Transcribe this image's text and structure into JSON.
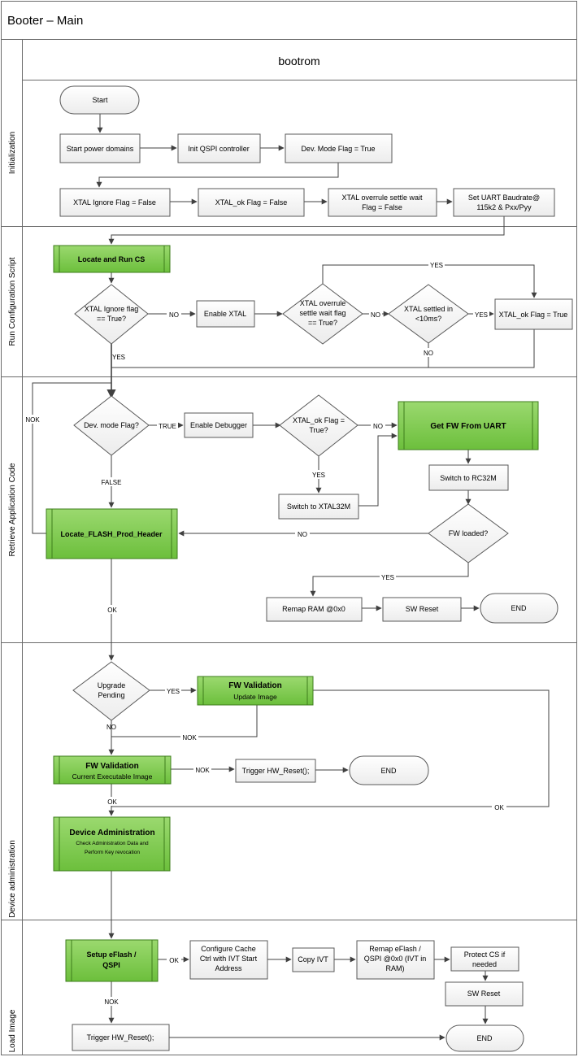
{
  "pool": {
    "title": "Booter – Main",
    "lane_header": "bootrom",
    "lanes": [
      "Initialization",
      "Run Configuration Script",
      "Retrieve Application Code",
      "Device administration",
      "Load Image"
    ]
  },
  "nodes": {
    "start": "Start",
    "start_power_domains": "Start power domains",
    "init_qspi": "Init QSPI controller",
    "dev_mode_true": "Dev. Mode Flag = True",
    "xtal_ignore_false": "XTAL Ignore Flag = False",
    "xtal_ok_false": "XTAL_ok Flag = False",
    "xtal_overrule_false": [
      "XTAL overrule settle wait",
      "Flag = False"
    ],
    "set_uart": [
      "Set UART Baudrate@",
      "115k2 & Pxx/Pyy"
    ],
    "locate_run_cs": "Locate and Run CS",
    "xtal_ignore_q": [
      "XTAL Ignore flag",
      "== True?"
    ],
    "enable_xtal": "Enable XTAL",
    "xtal_overrule_q": [
      "XTAL overrule",
      "settle wait flag",
      "== True?"
    ],
    "xtal_settled_q": [
      "XTAL settled in",
      "<10ms?"
    ],
    "xtal_ok_true": "XTAL_ok Flag = True",
    "dev_mode_q": "Dev. mode Flag?",
    "enable_debugger": "Enable Debugger",
    "xtal_ok_q": [
      "XTAL_ok Flag =",
      "True?"
    ],
    "get_fw_uart": "Get FW From UART",
    "switch_rc32m": "Switch to RC32M",
    "switch_xtal32m": "Switch to XTAL32M",
    "fw_loaded_q": "FW loaded?",
    "locate_flash": "Locate_FLASH_Prod_Header",
    "remap_ram": "Remap RAM @0x0",
    "sw_reset_1": "SW Reset",
    "end_1": "END",
    "upgrade_pending_q": [
      "Upgrade",
      "Pending"
    ],
    "fw_validation_update": [
      "FW Validation",
      "Update Image"
    ],
    "fw_validation_current": [
      "FW Validation",
      "Current Executable Image"
    ],
    "trigger_hw_reset_1": "Trigger HW_Reset();",
    "end_2": "END",
    "device_admin": [
      "Device Administration",
      "Check Administration Data and",
      "Perform Key revocation"
    ],
    "setup_eflash": [
      "Setup eFlash /",
      "QSPI"
    ],
    "configure_cache": [
      "Configure Cache",
      "Ctrl with IVT Start",
      "Address"
    ],
    "copy_ivt": "Copy IVT",
    "remap_eflash": [
      "Remap eFlash /",
      "QSPI @0x0 (IVT in",
      "RAM)"
    ],
    "protect_cs": [
      "Protect CS if",
      "needed"
    ],
    "sw_reset_2": "SW Reset",
    "trigger_hw_reset_2": "Trigger HW_Reset();",
    "end_3": "END"
  },
  "edge_labels": {
    "yes_settled": "YES",
    "no_ignore": "NO",
    "no_overrule": "NO",
    "yes_settled_ok": "YES",
    "yes_ignore": "YES",
    "no_settled": "NO",
    "nok_loop": "NOK",
    "true_dev": "TRUE",
    "no_xtal_ok": "NO",
    "yes_xtal_ok": "YES",
    "false_dev": "FALSE",
    "no_fw_loaded": "NO",
    "yes_fw_loaded": "YES",
    "ok_locate": "OK",
    "yes_upgrade": "YES",
    "no_upgrade": "NO",
    "nok_update": "NOK",
    "nok_current": "NOK",
    "ok_current": "OK",
    "ok_update": "OK",
    "ok_setup": "OK",
    "nok_setup": "NOK"
  },
  "colors": {
    "green": "#7dcb4e",
    "green_dark": "#3e7d1c",
    "gray_fill": "#f2f2f2",
    "stroke": "#595959",
    "line": "#404040"
  }
}
